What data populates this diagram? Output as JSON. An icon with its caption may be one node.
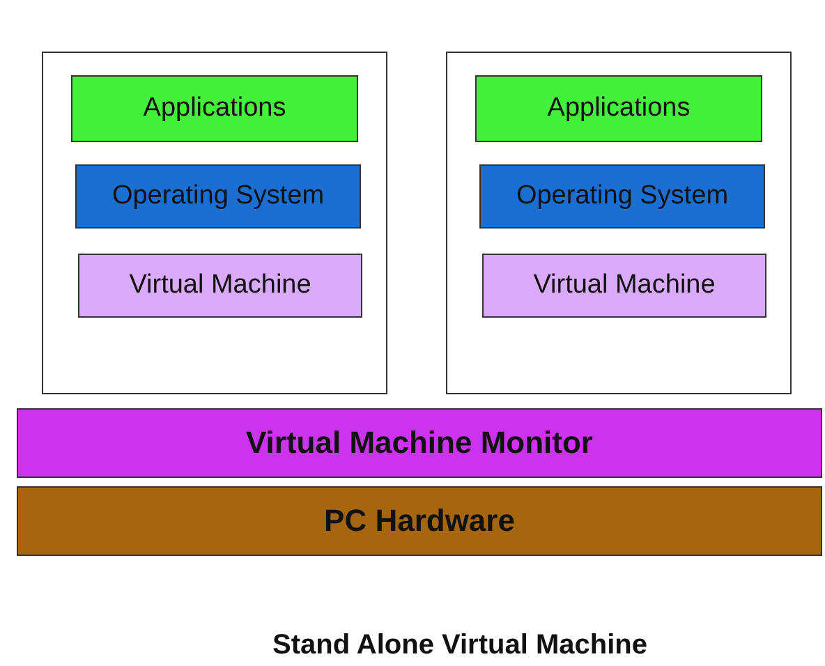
{
  "diagram": {
    "caption": "Stand Alone Virtual Machine",
    "nodes": [
      {
        "text": [],
        "shape": "box"
      },
      {
        "text": [
          "Applications"
        ],
        "in": 0
      },
      {
        "text": [
          "Operating System"
        ],
        "in": 0
      },
      {
        "text": [
          "Virtual Machine"
        ],
        "in": 0
      },
      {
        "text": [],
        "shape": "box"
      },
      {
        "text": [
          "Applications"
        ],
        "in": 4
      },
      {
        "text": [
          "Operating System"
        ],
        "in": 4
      },
      {
        "text": [
          "Virtual Machine"
        ],
        "in": 4
      },
      {
        "text": [
          "Virtual Machine Monitor"
        ]
      },
      {
        "text": [
          "PC Hardware"
        ]
      }
    ],
    "edges": []
  }
}
